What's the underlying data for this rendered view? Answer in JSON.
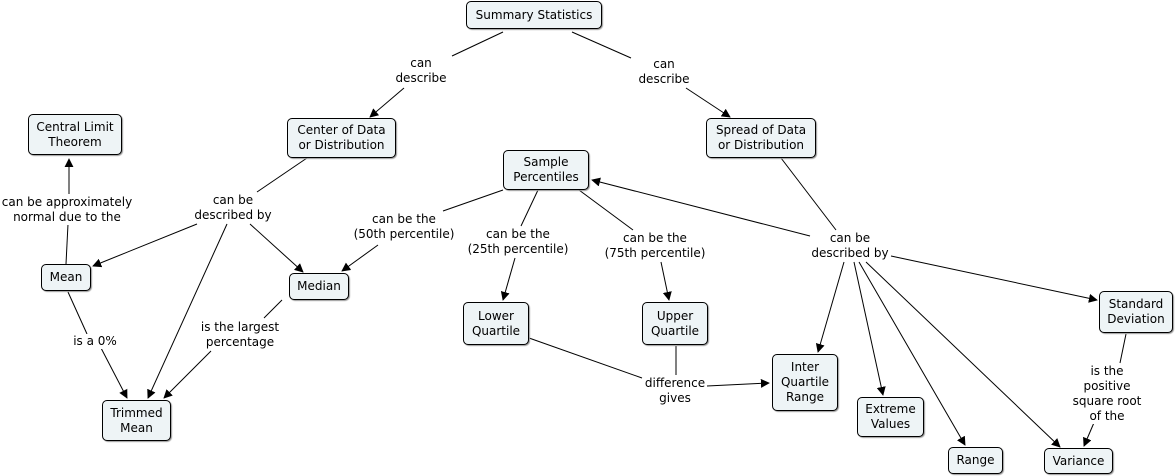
{
  "nodes": {
    "summary": "Summary Statistics",
    "center": "Center of Data\nor Distribution",
    "spread": "Spread of Data\nor Distribution",
    "clt": "Central Limit\nTheorem",
    "sample_pct": "Sample\nPercentiles",
    "mean": "Mean",
    "median": "Median",
    "lower_q": "Lower\nQuartile",
    "upper_q": "Upper\nQuartile",
    "std": "Standard\nDeviation",
    "iqr": "Inter\nQuartile\nRange",
    "extreme": "Extreme\nValues",
    "trimmed": "Trimmed\nMean",
    "range": "Range",
    "variance": "Variance"
  },
  "links": {
    "can_describe_left": "can\ndescribe",
    "can_describe_right": "can\ndescribe",
    "described_by_center": "can be\ndescribed by",
    "approx_normal": "can be approximately\nnormal due to the",
    "is_0pct": "is a 0%",
    "largest_pct": "is the largest\npercentage",
    "pct50": "can be the\n(50th percentile)",
    "pct25": "can be the\n(25th percentile)",
    "pct75": "can be the\n(75th percentile)",
    "described_by_spread": "can be\ndescribed by",
    "difference": "difference\ngives",
    "sqrt": "is the positive\nsquare root of the"
  }
}
